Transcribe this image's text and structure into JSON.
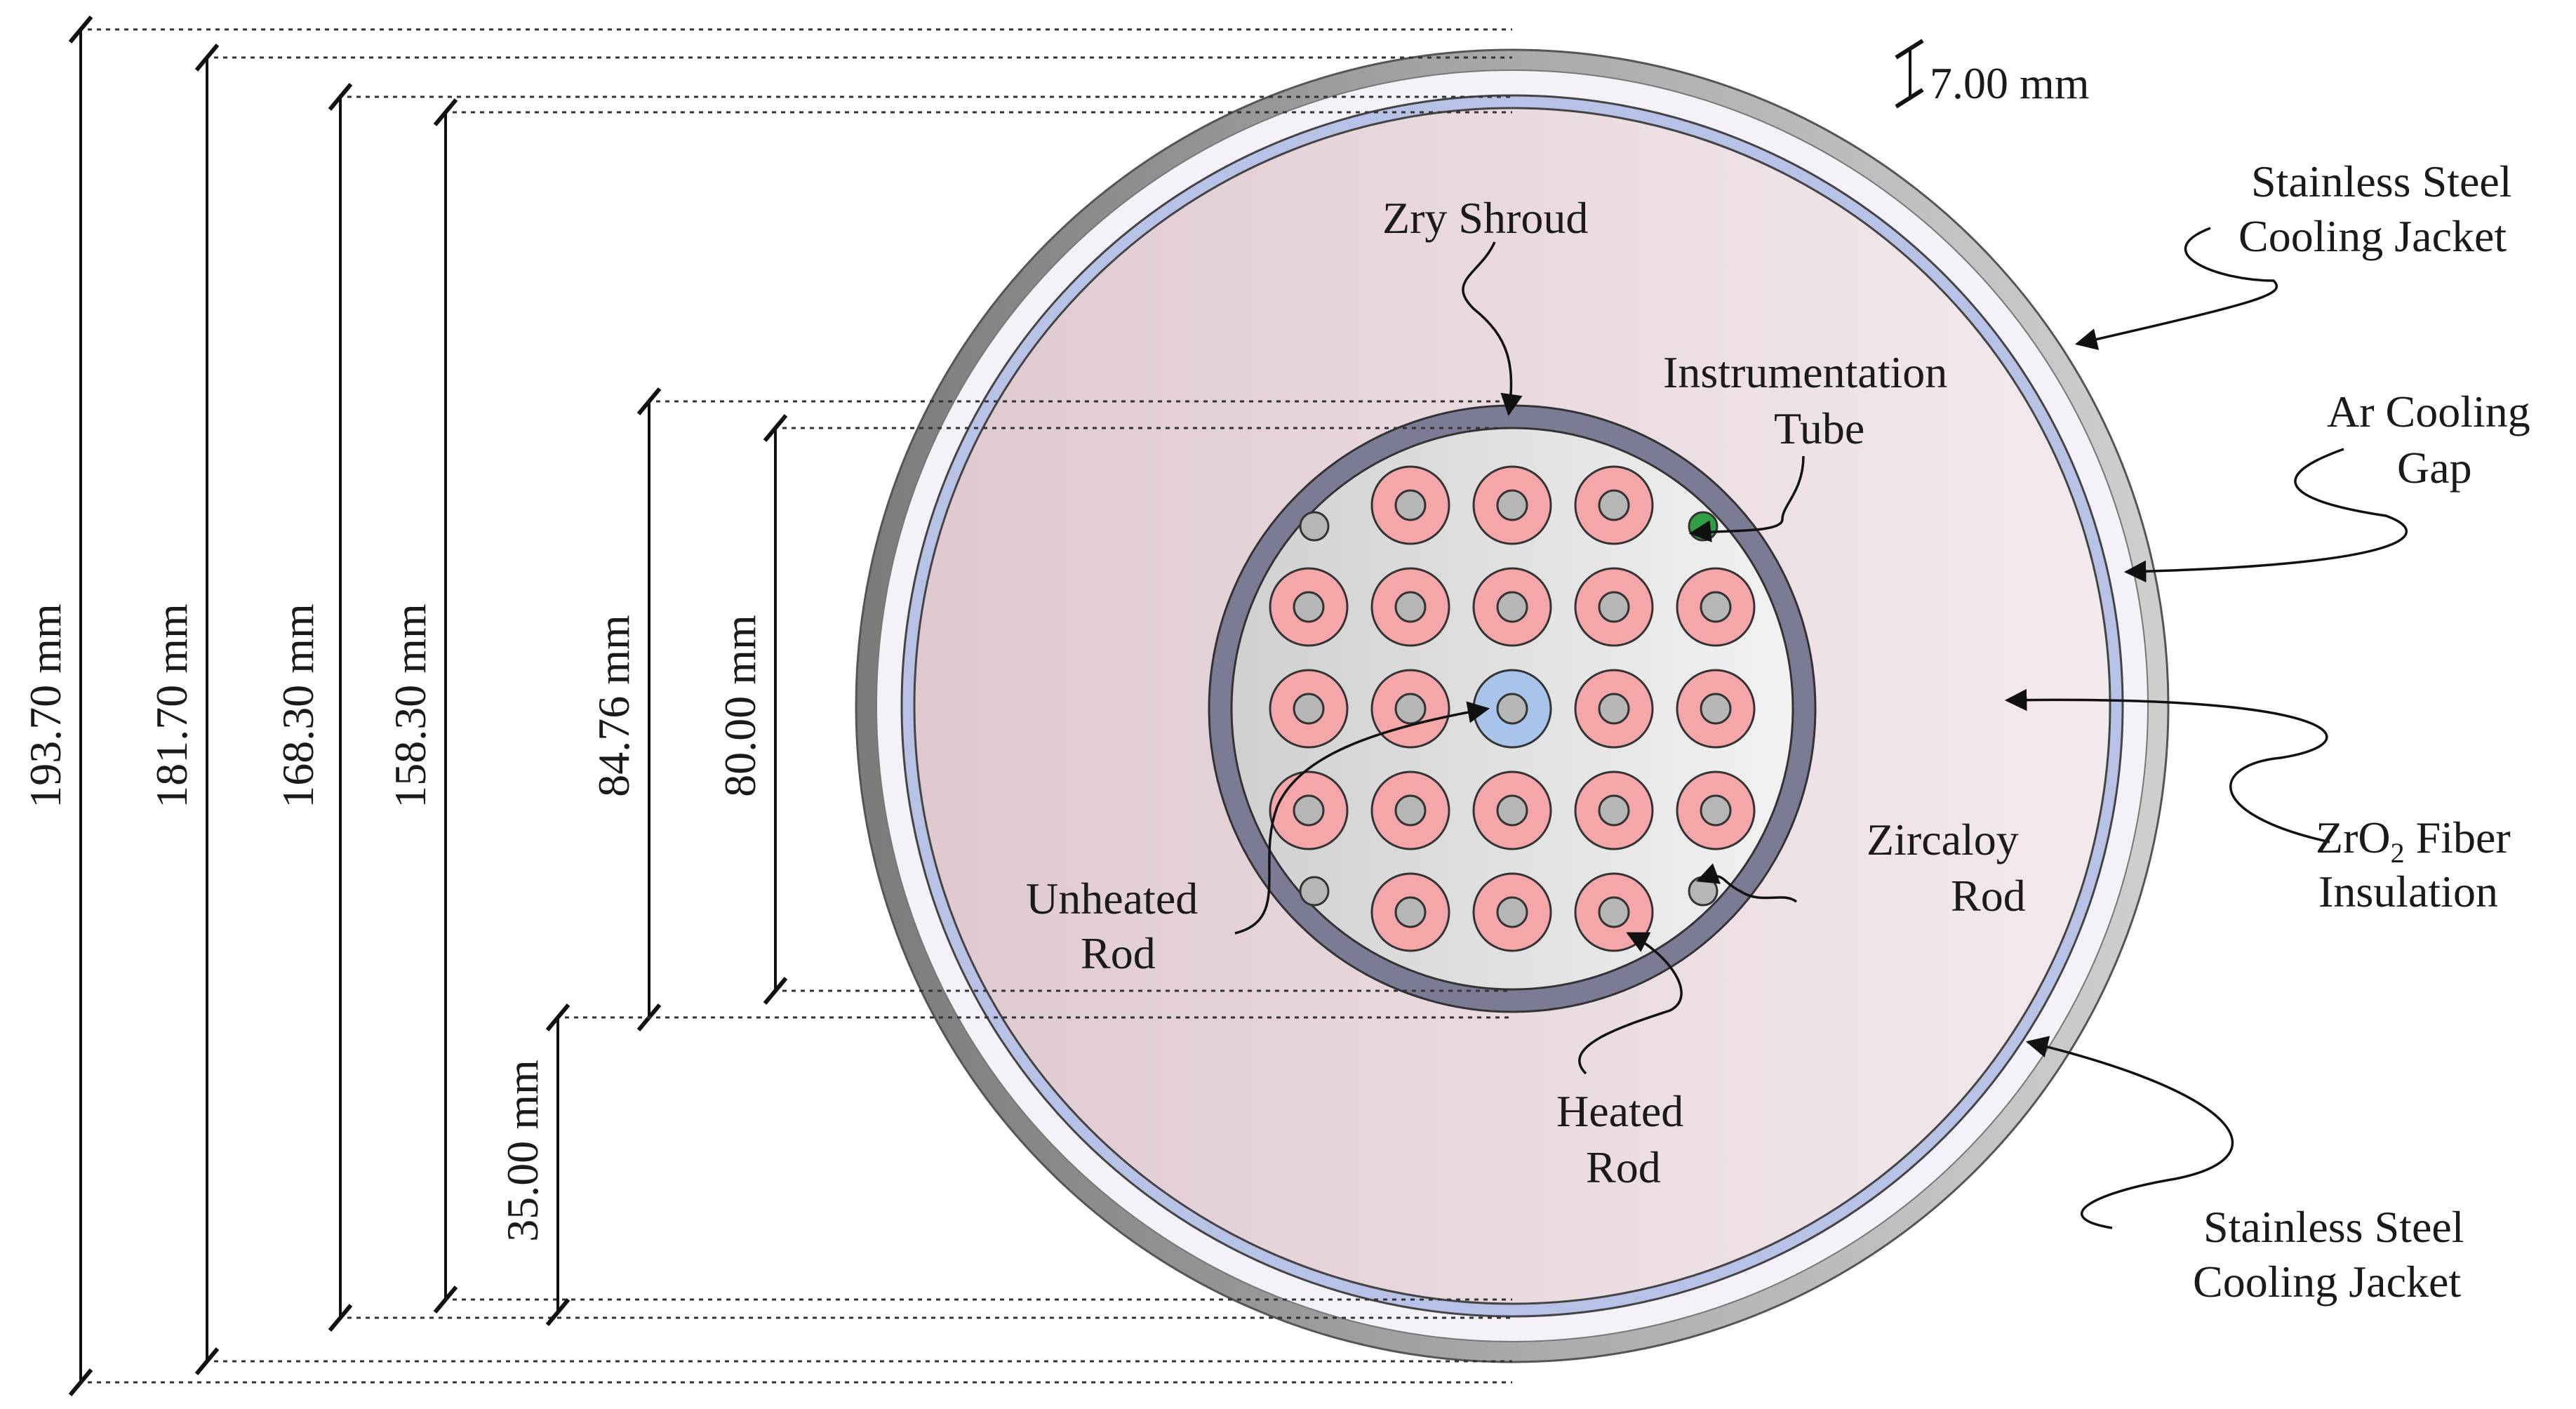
{
  "diagram": {
    "colors": {
      "outer_jacket": "#9a9a9a",
      "outer_jacket_light": "#c4c4c4",
      "ar_gap": "#f4f2f8",
      "inner_jacket": "#b8c2e6",
      "insulation": "#ead9df",
      "shroud": "#7c7b96",
      "bundle_bg": "#dcdcdc",
      "heated_rod": "#f4a6a8",
      "rod_core": "#b6b6b6",
      "unheated_rod": "#a9c4ea",
      "instrumentation_tube": "#2f9e44"
    },
    "labels": {
      "zry_shroud": "Zry Shroud",
      "instrumentation_tube_1": "Instrumentation",
      "instrumentation_tube_2": "Tube",
      "ss_jacket_top_1": "Stainless Steel",
      "ss_jacket_top_2": "Cooling Jacket",
      "ar_gap_1": "Ar Cooling",
      "ar_gap_2": "Gap",
      "zro2_main": "ZrO",
      "zro2_sub": "2",
      "zro2_rest": " Fiber",
      "zro2_2": "Insulation",
      "zircaloy_rod_1": "Zircaloy",
      "zircaloy_rod_2": "Rod",
      "unheated_rod_1": "Unheated",
      "unheated_rod_2": "Rod",
      "heated_rod_1": "Heated",
      "heated_rod_2": "Rod",
      "ss_jacket_bottom_1": "Stainless Steel",
      "ss_jacket_bottom_2": "Cooling Jacket"
    },
    "dimensions": {
      "d1": "193.70 mm",
      "d2": "181.70 mm",
      "d3": "168.30 mm",
      "d4": "158.30 mm",
      "d5": "84.76 mm",
      "d6": "80.00 mm",
      "d7": "35.00 mm",
      "d8": "7.00 mm"
    }
  }
}
